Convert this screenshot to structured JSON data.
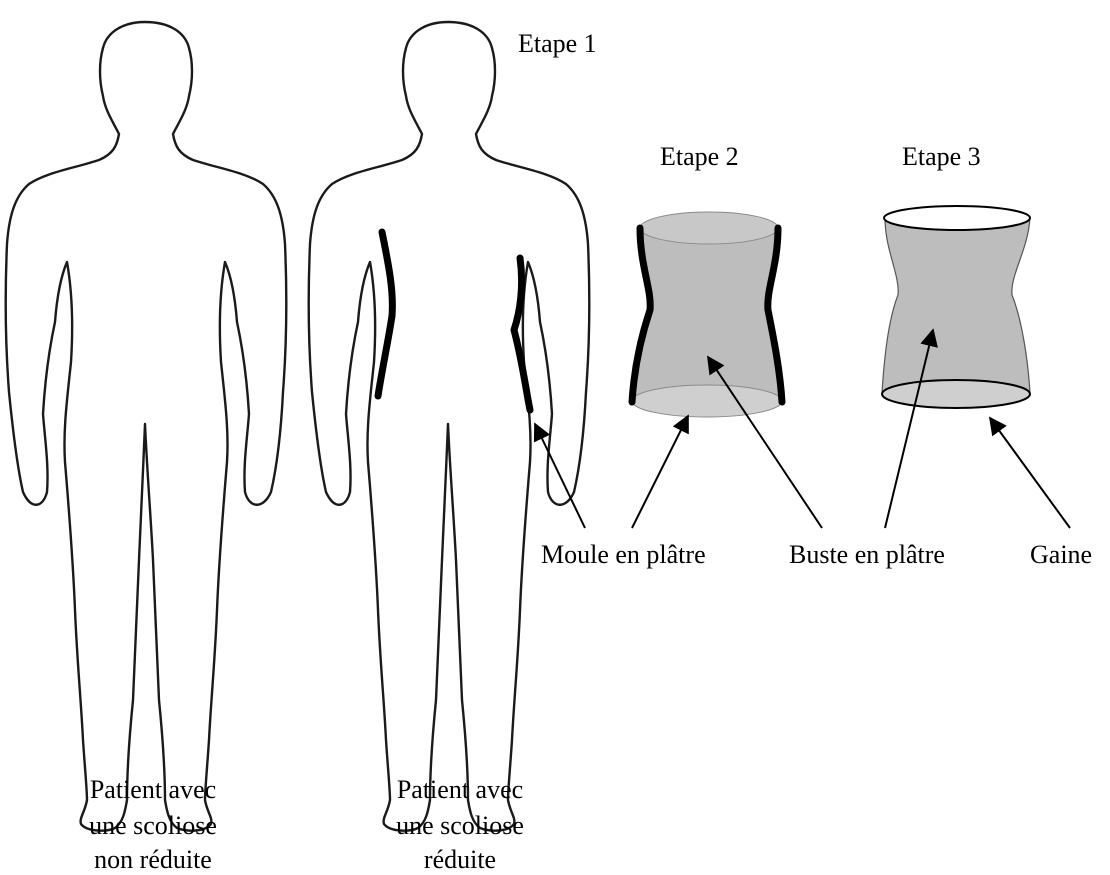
{
  "labels": {
    "step1": "Etape 1",
    "step2": "Etape 2",
    "step3": "Etape 3",
    "mold": "Moule en plâtre",
    "bust": "Buste en plâtre",
    "sheath": "Gaine",
    "patient1": [
      "Patient avec",
      "une scoliose",
      "non réduite"
    ],
    "patient2": [
      "Patient avec",
      "une scoliose",
      "réduite"
    ]
  },
  "colors": {
    "outline": "#1a1a1a",
    "plaster_fill": "#bdbdbd",
    "plaster_rim": "#d6d6d6",
    "mold_edge": "#000000"
  }
}
